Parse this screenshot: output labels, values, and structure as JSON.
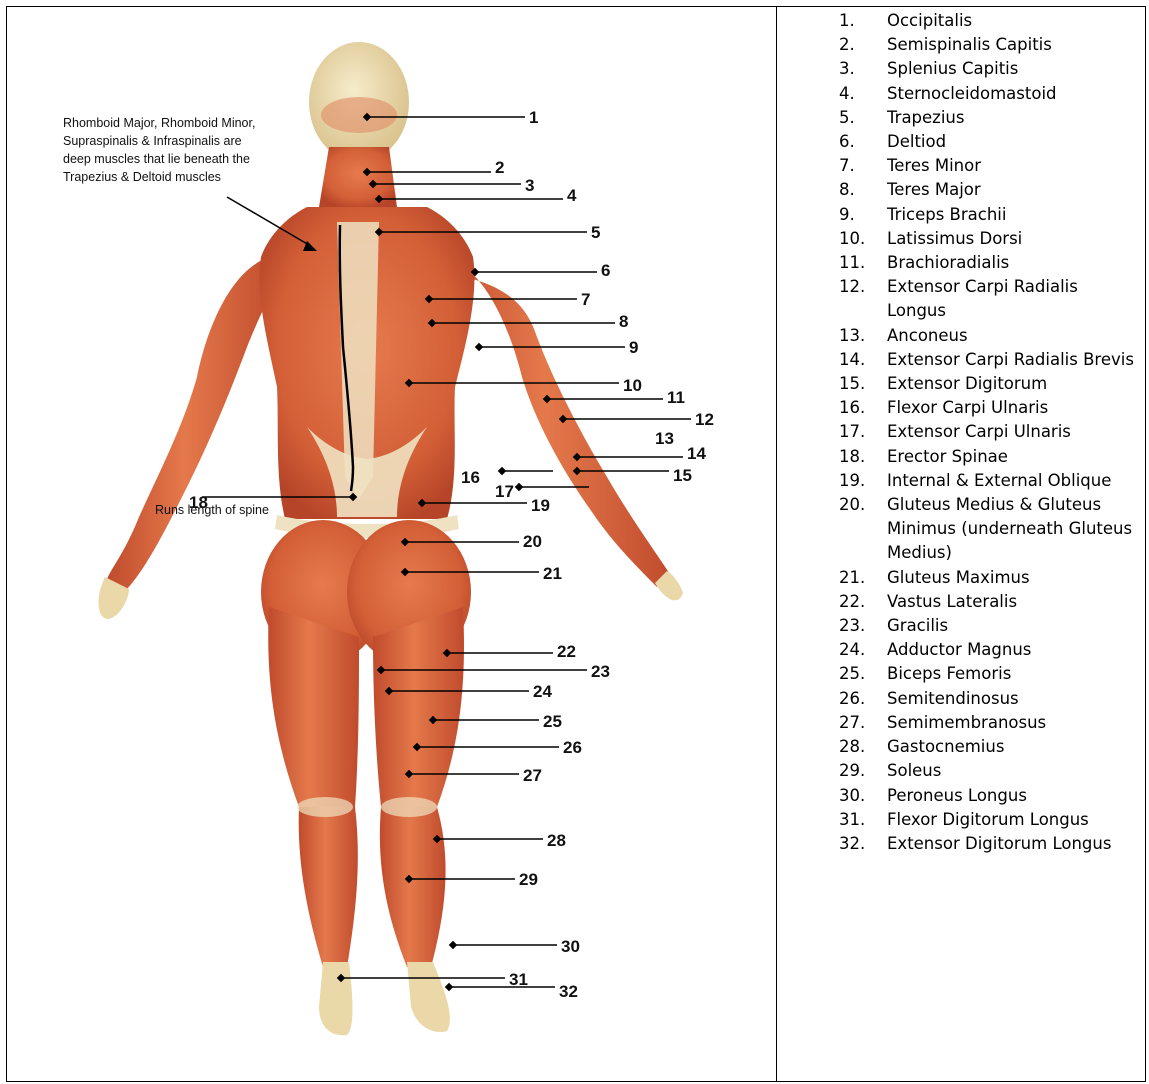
{
  "note": {
    "lines": [
      "Rhomboid Major, Rhomboid Minor,",
      "Supraspinalis & Infraspinalis are",
      "deep muscles that lie beneath the",
      "Trapezius & Deltoid muscles"
    ]
  },
  "spine_note": "Runs length of spine",
  "colors": {
    "muscle": "#d9653b",
    "muscle_dark": "#b5442a",
    "tendon": "#efe2c2",
    "skin": "#e9d9a8",
    "line": "#000000"
  },
  "callouts": [
    "1",
    "2",
    "3",
    "4",
    "5",
    "6",
    "7",
    "8",
    "9",
    "10",
    "11",
    "12",
    "13",
    "14",
    "15",
    "16",
    "17",
    "18",
    "19",
    "20",
    "21",
    "22",
    "23",
    "24",
    "25",
    "26",
    "27",
    "28",
    "29",
    "30",
    "31",
    "32"
  ],
  "legend": [
    {
      "num": "1.",
      "name": "Occipitalis"
    },
    {
      "num": "2.",
      "name": "Semispinalis Capitis"
    },
    {
      "num": "3.",
      "name": "Splenius Capitis"
    },
    {
      "num": "4.",
      "name": "Sternocleidomastoid"
    },
    {
      "num": "5.",
      "name": "Trapezius"
    },
    {
      "num": "6.",
      "name": "Deltiod"
    },
    {
      "num": "7.",
      "name": "Teres Minor"
    },
    {
      "num": "8.",
      "name": "Teres Major"
    },
    {
      "num": "9.",
      "name": "Triceps Brachii"
    },
    {
      "num": "10.",
      "name": "Latissimus Dorsi"
    },
    {
      "num": "11.",
      "name": "Brachioradialis"
    },
    {
      "num": "12.",
      "name": "Extensor Carpi Radialis Longus"
    },
    {
      "num": "13.",
      "name": "Anconeus"
    },
    {
      "num": "14.",
      "name": "Extensor Carpi Radialis Brevis"
    },
    {
      "num": "15.",
      "name": "Extensor Digitorum"
    },
    {
      "num": "16.",
      "name": "Flexor Carpi Ulnaris"
    },
    {
      "num": "17.",
      "name": "Extensor Carpi Ulnaris"
    },
    {
      "num": "18.",
      "name": "Erector Spinae"
    },
    {
      "num": "19.",
      "name": "Internal & External Oblique"
    },
    {
      "num": "20.",
      "name": "Gluteus Medius & Gluteus Minimus (underneath Gluteus Medius)"
    },
    {
      "num": "21.",
      "name": "Gluteus Maximus"
    },
    {
      "num": "22.",
      "name": "Vastus Lateralis"
    },
    {
      "num": "23.",
      "name": "Gracilis"
    },
    {
      "num": "24.",
      "name": "Adductor Magnus"
    },
    {
      "num": "25.",
      "name": "Biceps Femoris"
    },
    {
      "num": "26.",
      "name": "Semitendinosus"
    },
    {
      "num": "27.",
      "name": "Semimembranosus"
    },
    {
      "num": "28.",
      "name": "Gastocnemius"
    },
    {
      "num": "29.",
      "name": "Soleus"
    },
    {
      "num": "30.",
      "name": "Peroneus Longus"
    },
    {
      "num": "31.",
      "name": "Flexor Digitorum Longus"
    },
    {
      "num": "32.",
      "name": "Extensor Digitorum Longus"
    }
  ]
}
